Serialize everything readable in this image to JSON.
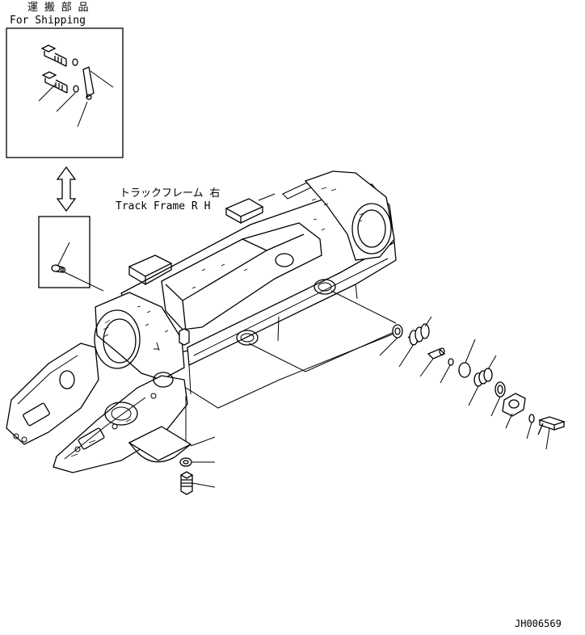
{
  "shipping_box": {
    "title_jp": "運 搬 部 品",
    "title_en": "For Shipping"
  },
  "frame_label": {
    "jp": "トラックフレーム 右",
    "en": "Track Frame R H"
  },
  "drawing_number": "JH006569"
}
